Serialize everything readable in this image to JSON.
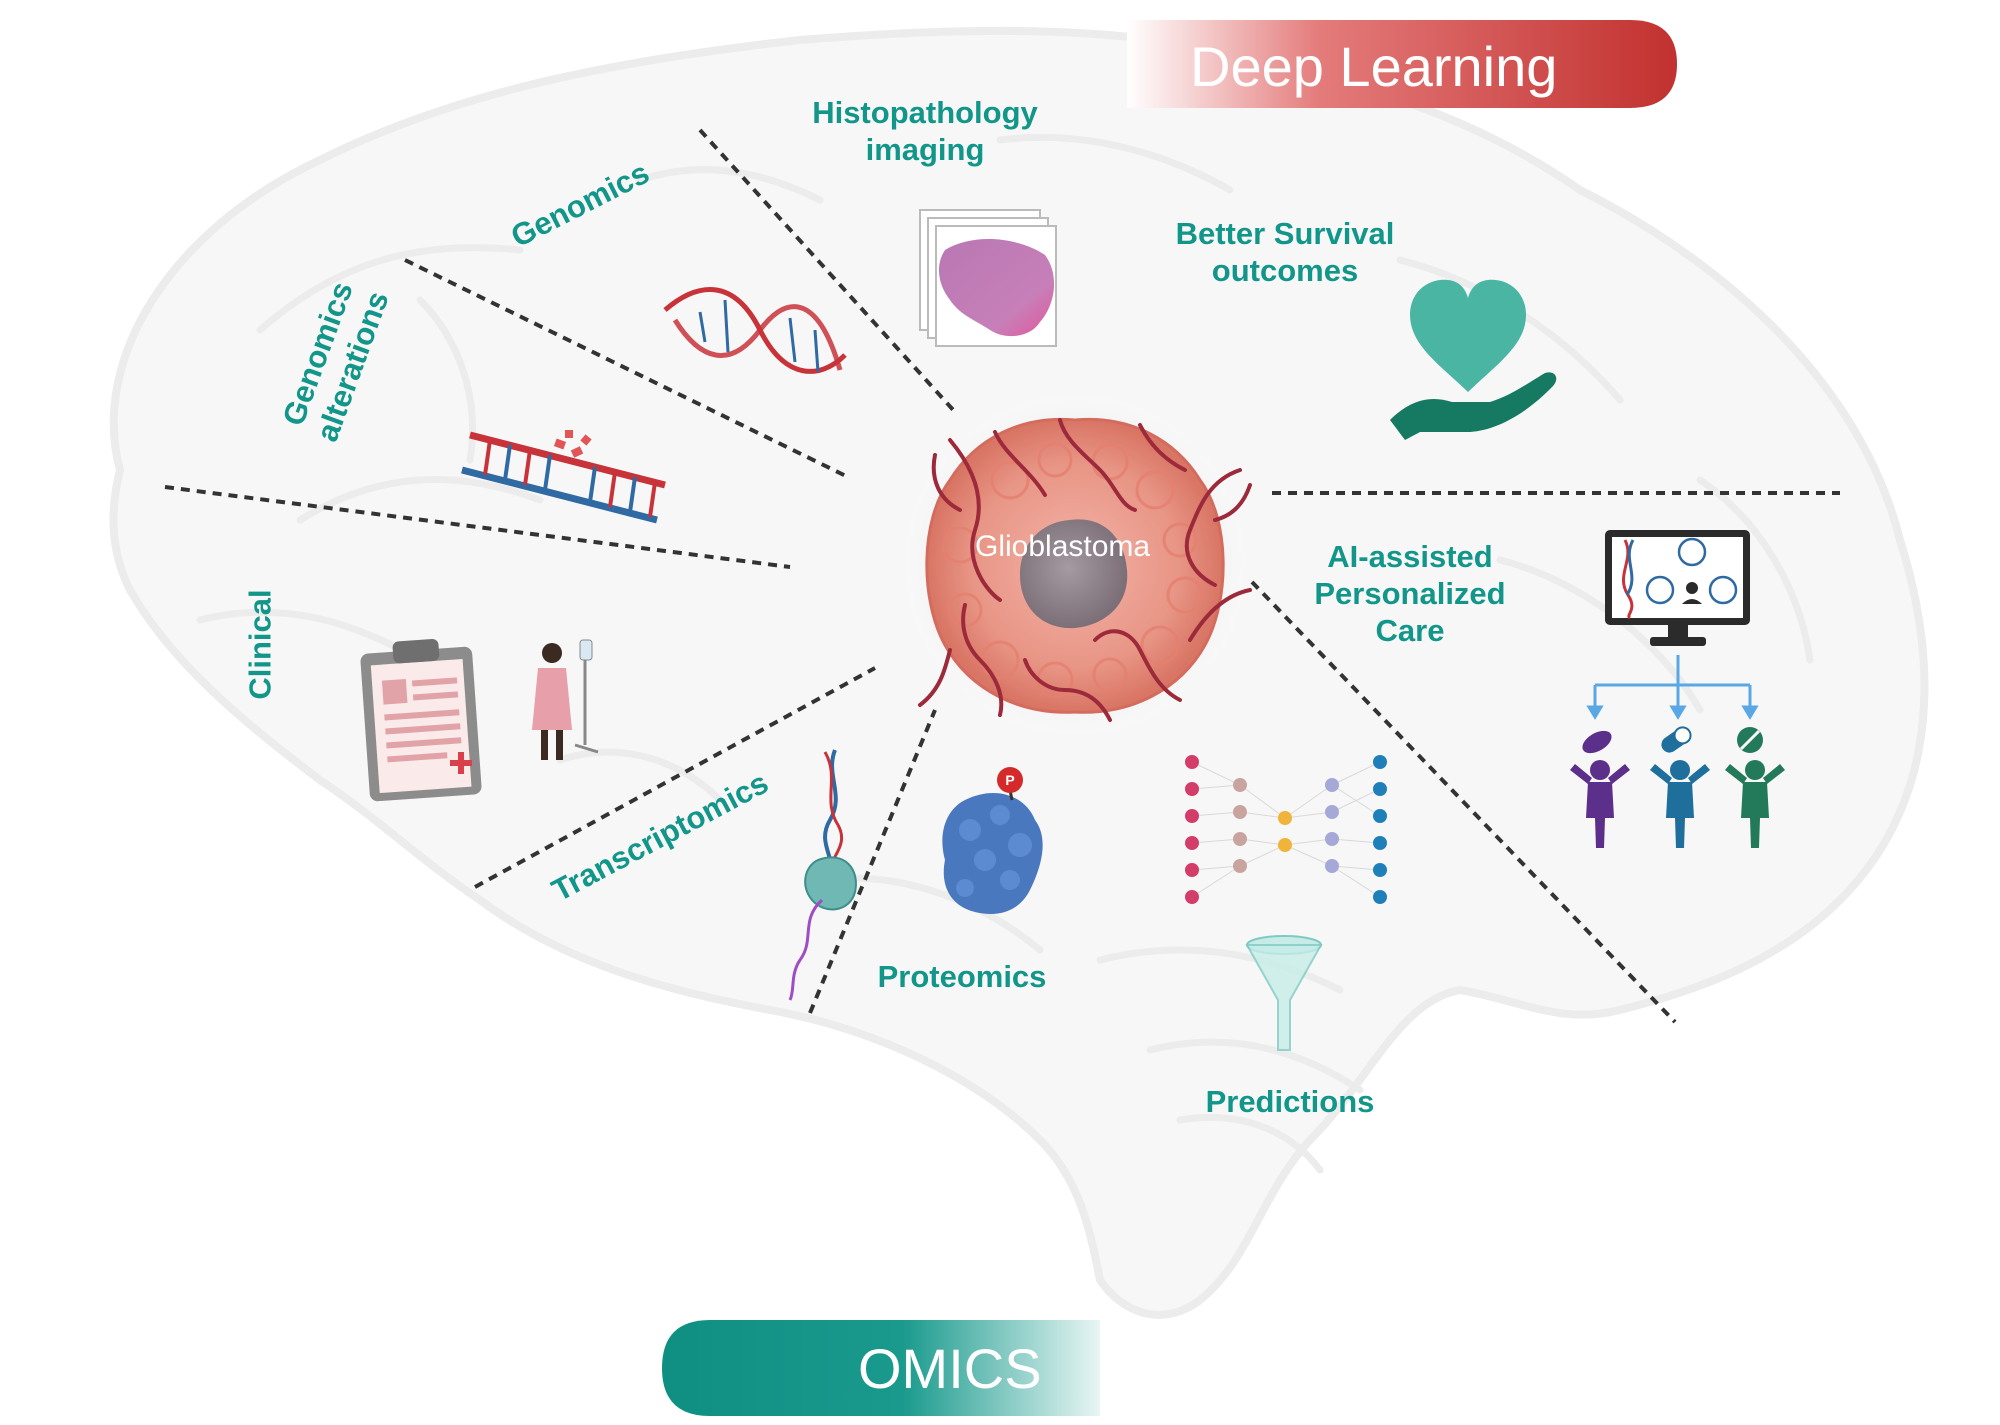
{
  "banners": {
    "deep_learning": "Deep Learning",
    "omics": "OMICS"
  },
  "center": {
    "label": "Glioblastoma"
  },
  "left_labels": {
    "histopathology_line1": "Histopathology",
    "histopathology_line2": "imaging",
    "genomics": "Genomics",
    "genomics_alt_line1": "Genomics",
    "genomics_alt_line2": "alterations",
    "clinical": "Clinical",
    "transcriptomics": "Transcriptomics",
    "proteomics": "Proteomics"
  },
  "right_labels": {
    "survival_line1": "Better Survival",
    "survival_line2": "outcomes",
    "care_line1": "AI-assisted",
    "care_line2": "Personalized",
    "care_line3": "Care",
    "predictions": "Predictions"
  },
  "protein_badge": "P",
  "colors": {
    "teal_text": "#12968a",
    "deep_learning_red": "#c1312f",
    "omics_teal": "#0e8f82",
    "tumor_pink": "#e79a8f",
    "vessel": "#9c2a3a",
    "dna_red": "#c8333a",
    "dna_blue": "#2f6aa3",
    "heart_teal": "#4bb5a4",
    "hand_green": "#167a62",
    "purple_person": "#5b2f8a",
    "blue_person": "#1f6f9c",
    "green_person": "#237a5a",
    "protein_blue": "#4a78bf"
  },
  "icons": [
    "brain-outline",
    "dna-helix-icon",
    "dna-alteration-icon",
    "histology-slide-icon",
    "clipboard-icon",
    "patient-icon",
    "rna-polymerase-icon",
    "protein-icon",
    "heart-hand-icon",
    "monitor-icon",
    "pill-icon",
    "person-icon",
    "neural-network-icon",
    "funnel-icon"
  ]
}
